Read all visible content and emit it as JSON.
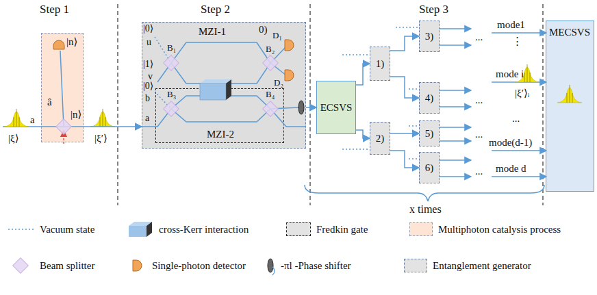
{
  "diagram": {
    "nodes": [
      {
        "text": [
          "|n⟩",
          "â",
          "|n⟩"
        ]
      },
      {
        "text": [
          "0)"
        ]
      },
      {
        "text": [
          "MZI-2"
        ],
        "in": 1
      },
      {
        "text": [
          "ECSVS"
        ]
      },
      {
        "text": [
          "1)"
        ]
      },
      {
        "text": [
          "2)"
        ]
      },
      {
        "text": [
          "3)"
        ]
      },
      {
        "text": [
          "4)"
        ]
      },
      {
        "text": [
          "5)"
        ]
      },
      {
        "text": [
          "6)"
        ]
      },
      {
        "text": [
          "MECSVS"
        ]
      }
    ],
    "edges": [
      {
        "from": 0,
        "to": 1,
        "arrow": "to"
      },
      {
        "from": 1,
        "to": 3,
        "arrow": "to"
      },
      {
        "from": 3,
        "to": 4,
        "arrow": "to"
      },
      {
        "from": 3,
        "to": 5,
        "arrow": "to"
      },
      {
        "from": 4,
        "to": 6,
        "arrow": "to"
      },
      {
        "from": 4,
        "to": 7,
        "arrow": "to"
      },
      {
        "from": 5,
        "to": 8,
        "arrow": "to"
      },
      {
        "from": 5,
        "to": 9,
        "arrow": "to"
      }
    ],
    "labels": [
      "Step 1",
      "Step 2",
      "Step 3",
      "|ξ⟩",
      "a",
      "|ξ′⟩",
      "MZI-1",
      "|0⟩",
      "u",
      "|1⟩",
      "v",
      "|0⟩",
      "b",
      "a",
      "B₁",
      "B₂",
      "B₃",
      "B₄",
      "D₁",
      "D₂",
      "...",
      "...",
      "...",
      "...",
      "mode1",
      "⋮",
      "mode i",
      "|ξ′⟩ᵢ",
      "...",
      "mode(d-1)",
      "mode d",
      "x times"
    ],
    "legend": [
      {
        "text": "Vacuum state"
      },
      {
        "text": "cross-Kerr interaction"
      },
      {
        "text": "Fredkin gate",
        "color": "#e3e3e3"
      },
      {
        "text": "Multiphoton catalysis process",
        "color": "#fde4d4"
      },
      {
        "text": "Beam splitter"
      },
      {
        "text": "Single-photon detector"
      },
      {
        "text": "-πl -Phase shifter"
      },
      {
        "text": "Entanglement generator",
        "color": "#e3e3e3"
      }
    ]
  }
}
